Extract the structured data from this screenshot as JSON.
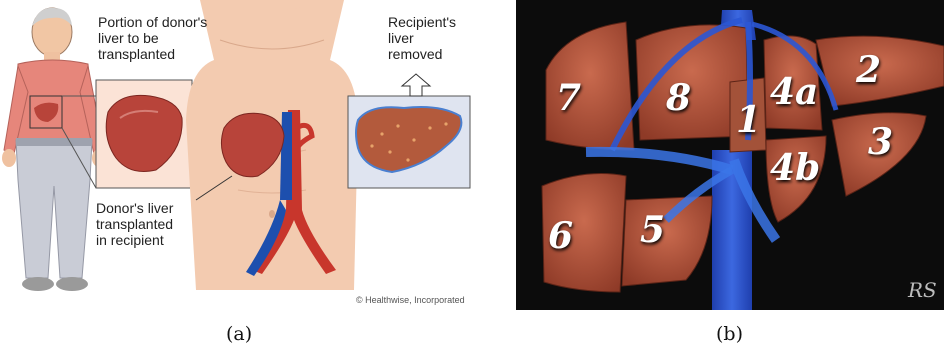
{
  "panel_a": {
    "labels": {
      "donor_portion": [
        "Portion of donor's",
        "liver to be",
        "transplanted"
      ],
      "recipient_removed": [
        "Recipient's",
        "liver",
        "removed"
      ],
      "donor_in_recipient": [
        "Donor's liver",
        "transplanted",
        "in recipient"
      ]
    },
    "credit": "© Healthwise, Incorporated",
    "caption": "(a)"
  },
  "panel_b": {
    "segments": [
      "7",
      "8",
      "1",
      "4a",
      "2",
      "3",
      "4b",
      "6",
      "5"
    ],
    "signature": "RS",
    "caption": "(b)"
  },
  "colors": {
    "liver": "#b8443a",
    "liver_dark": "#8e2e28",
    "vessel_blue": "#1d4fae",
    "artery_red": "#c8362c",
    "skin": "#f3cbb0",
    "inset_pink": "#fbe3d6",
    "inset_lavender": "#dfe4f0"
  }
}
